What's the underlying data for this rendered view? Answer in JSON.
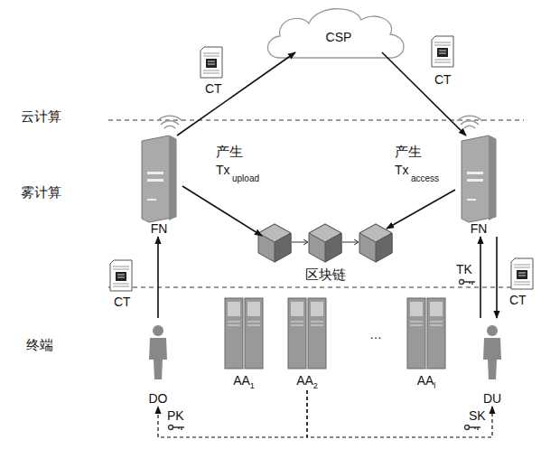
{
  "diagram": {
    "nodes": [
      {
        "text": [
          "CSP"
        ]
      },
      {
        "text": [
          "FN"
        ]
      },
      {
        "text": [
          "FN"
        ]
      },
      {
        "text": [
          "区块链"
        ]
      },
      {
        "text": [
          "DO"
        ]
      },
      {
        "text": [
          "AA",
          "1"
        ]
      },
      {
        "text": [
          "AA",
          "2"
        ]
      },
      {
        "text": [
          "AA",
          "l"
        ]
      },
      {
        "text": [
          "DU"
        ]
      }
    ],
    "edges": [
      {
        "from": 1,
        "to": 0,
        "arrow": "to",
        "label": "CT"
      },
      {
        "from": 0,
        "to": 2,
        "arrow": "to",
        "label": "CT"
      },
      {
        "from": 1,
        "to": 3,
        "arrow": "to",
        "label": "产生"
      },
      {
        "from": 2,
        "to": 3,
        "arrow": "to",
        "label": "产生"
      },
      {
        "from": 4,
        "to": 1,
        "arrow": "to",
        "label": "CT"
      },
      {
        "from": 8,
        "to": 2,
        "arrow": "to",
        "label": "TK"
      },
      {
        "from": 2,
        "to": 8,
        "arrow": "to",
        "label": "CT"
      },
      {
        "from": 6,
        "to": 4,
        "arrow": "to",
        "label": "PK"
      },
      {
        "from": 6,
        "to": 8,
        "arrow": "to",
        "label": "SK"
      }
    ],
    "labels": [
      "云计算",
      "雾计算",
      "终端",
      "Tx",
      "upload",
      "Tx",
      "access",
      "…"
    ]
  }
}
